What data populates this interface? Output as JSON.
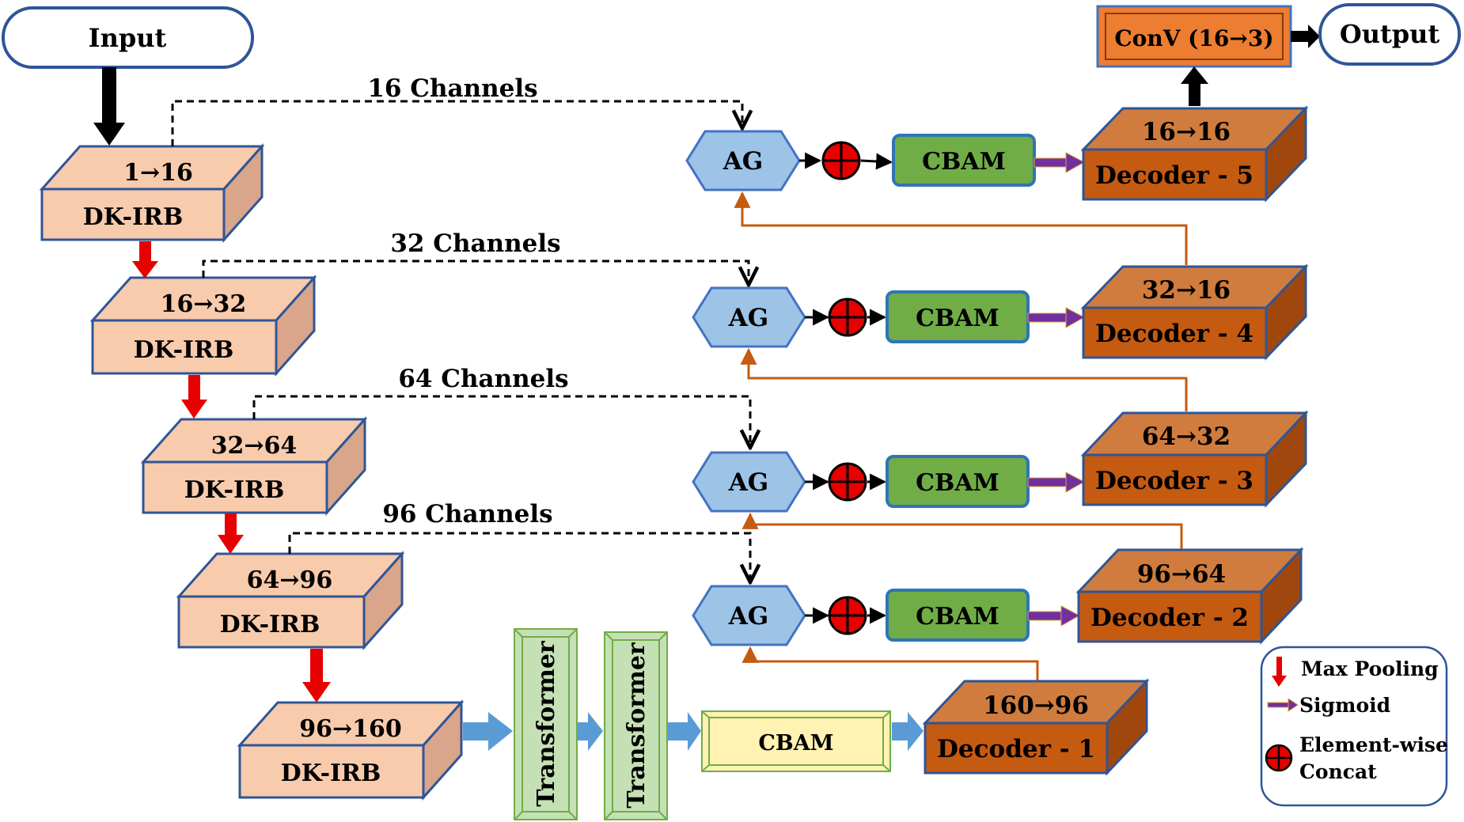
{
  "terminals": {
    "input": "Input",
    "output": "Output"
  },
  "encoder": [
    {
      "channels": "1→16",
      "name": "DK-IRB"
    },
    {
      "channels": "16→32",
      "name": "DK-IRB"
    },
    {
      "channels": "32→64",
      "name": "DK-IRB"
    },
    {
      "channels": "64→96",
      "name": "DK-IRB"
    },
    {
      "channels": "96→160",
      "name": "DK-IRB"
    }
  ],
  "skip_labels": [
    "16 Channels",
    "32 Channels",
    "64 Channels",
    "96 Channels"
  ],
  "attention_gate": "AG",
  "cbam": "CBAM",
  "transformers": [
    "Transformer",
    "Transformer"
  ],
  "decoders": [
    {
      "channels": "160→96",
      "name": "Decoder - 1"
    },
    {
      "channels": "96→64",
      "name": "Decoder - 2"
    },
    {
      "channels": "64→32",
      "name": "Decoder - 3"
    },
    {
      "channels": "32→16",
      "name": "Decoder - 4"
    },
    {
      "channels": "16→16",
      "name": "Decoder - 5"
    }
  ],
  "final_conv": "ConV (16→3)",
  "legend": {
    "max_pooling": "Max Pooling",
    "sigmoid": "Sigmoid",
    "concat_line1": "Element-wise",
    "concat_line2": "Concat"
  },
  "colors": {
    "encoder_face": "#F8CBAD",
    "decoder_face": "#C55A11",
    "ag_fill": "#9DC3E6",
    "cbam_fill": "#70AD47",
    "transformer_fill": "#C5E0B4",
    "bottleneck_cbam": "#FFF2B3",
    "skip_color": "#C55A11"
  }
}
